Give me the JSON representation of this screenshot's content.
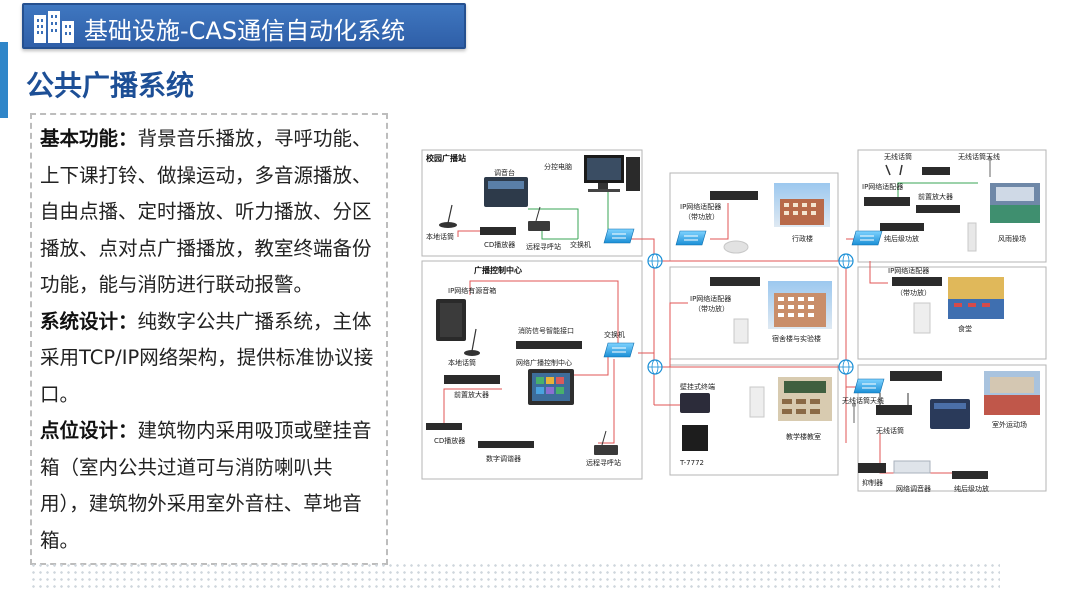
{
  "header": {
    "title": "基础设施-CAS通信自动化系统",
    "brand_color": "#3a6fb8"
  },
  "page_title": "公共广播系统",
  "text": {
    "p1_head": "基本功能：",
    "p1_body": "背景音乐播放，寻呼功能、上下课打铃、做操运动，多音源播放、自由点播、定时播放、听力播放、分区播放、点对点广播播放，教室终端备份功能，能与消防进行联动报警。",
    "p2_head": "系统设计：",
    "p2_body": "纯数字公共广播系统，主体采用TCP/IP网络架构，提供标准协议接口。",
    "p3_head": "点位设计：",
    "p3_body": "建筑物内采用吸顶或壁挂音箱（室内公共过道可与消防喇叭共用），建筑物外采用室外音柱、草地音箱。"
  },
  "diagram": {
    "campus_station": {
      "title": "校园广播站",
      "mixer": "调音台",
      "pc": "分控电脑",
      "mic": "本地话筒",
      "cd": "CD播放器",
      "remote_pager": "远程寻呼站",
      "switch": "交换机"
    },
    "control_center": {
      "title": "广播控制中心",
      "ip_speaker": "IP网络有源音箱",
      "fire_interface": "消防信号智能接口",
      "switch": "交换机",
      "mic": "本地话筒",
      "controller": "网络广播控制中心",
      "pre_amp": "前置放大器",
      "cd": "CD播放器",
      "tuner": "数字调谐器",
      "remote_pager": "远程寻呼站"
    },
    "admin": {
      "adapter": "IP网络适配器",
      "adapter_note": "（带功放）",
      "building": "行政楼"
    },
    "dorm": {
      "adapter": "IP网络适配器",
      "adapter_note": "（带功放）",
      "building": "宿舍楼与实验楼"
    },
    "teaching": {
      "terminal": "壁挂式终端",
      "model": "T-7772",
      "building": "教学楼教室"
    },
    "stadium": {
      "wireless_mic": "无线话筒",
      "antenna": "无线话筒天线",
      "adapter": "IP网络适配器",
      "pre_amp": "前置放大器",
      "amp": "纯后级功放",
      "place": "风雨操场"
    },
    "canteen": {
      "adapter": "IP网络适配器",
      "adapter_note": "（带功放）",
      "place": "食堂"
    },
    "outdoor": {
      "antenna": "无线话筒天线",
      "wireless_mic": "无线话筒",
      "suppressor": "抑制器",
      "mixer": "网络调音器",
      "amp": "纯后级功放",
      "place": "室外运动场"
    },
    "colors": {
      "link": "#e05555",
      "green_link": "#3aa655",
      "switch": "#1aa0e0",
      "frame": "#b5b5b5"
    }
  }
}
